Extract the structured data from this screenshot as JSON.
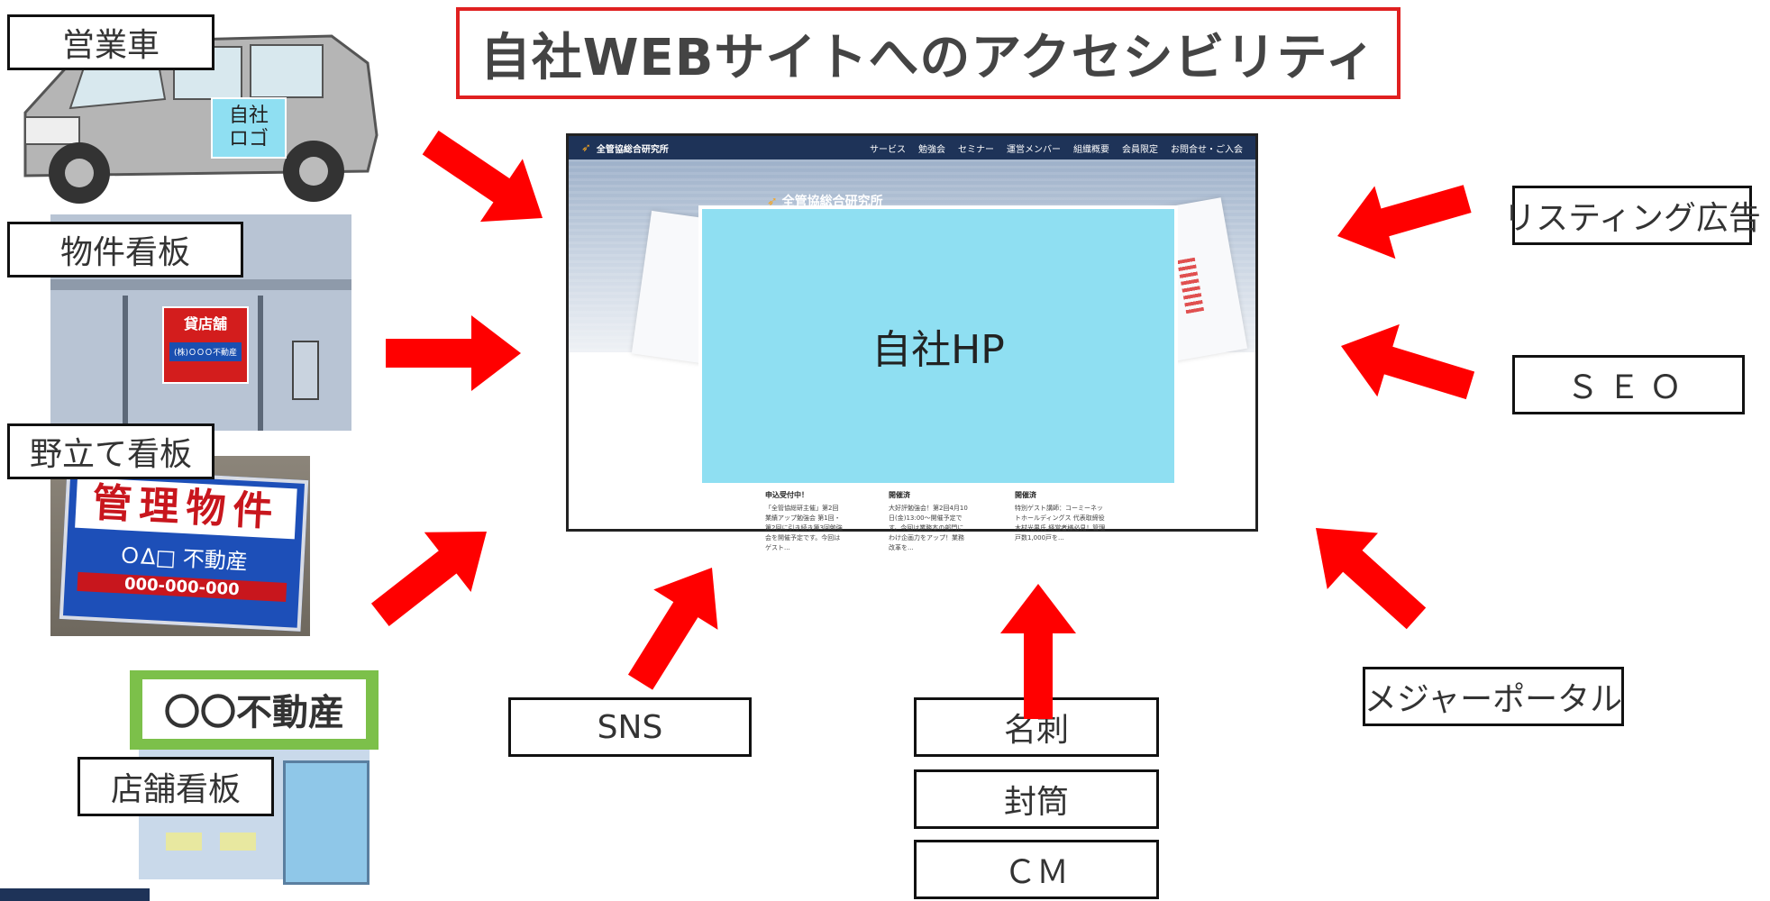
{
  "title": "自社WEBサイトへのアクセシビリティ",
  "center": {
    "label": "自社HP",
    "site": {
      "logo_text": "全管協総合研究所",
      "hero_logo_text": "全管協総合研究所",
      "menu": [
        "サービス",
        "勉強会",
        "セミナー",
        "運営メンバー",
        "組織概要",
        "会員限定",
        "お問合せ・ご入会"
      ],
      "news": [
        {
          "head": "申込受付中！",
          "body": "「全管協総研主催」第2回業績アップ勉強会 第1回・第2回に引き続き第3回勉強会を開催予定です。今回はゲスト..."
        },
        {
          "head": "開催済",
          "body": "大好評勉強会！第2回4月10日(金)13:00～開催予定です。今回は業務本の部門にわけ企画力をアップ！業務改革を..."
        },
        {
          "head": "開催済",
          "body": "特別ゲスト講師：コーミーネットホールディングス 代表取締役 木村光男氏 経営者様必見！管理戸数1,000戸を..."
        }
      ]
    }
  },
  "left": {
    "car_label": "営業車",
    "car_logo_text": "自社\nロゴ",
    "property_sign_label": "物件看板",
    "shop_sign_text": "貸店舗",
    "shop_sign_sub": "(株)ＯＯＯ不動産",
    "field_sign_label": "野立て看板",
    "field_sign_line1": "管理物件",
    "field_sign_line2": "ＯΔ□ 不動産",
    "field_sign_line3": "000-000-000",
    "store_sign_label": "店舗看板",
    "store_name": "〇〇不動産"
  },
  "bottom": {
    "sns_label": "SNS",
    "meishi_label": "名刺",
    "envelope_label": "封筒",
    "cm_label": "ＣＭ"
  },
  "right": {
    "listing_label": "リスティング広告",
    "seo_label": "ＳＥＯ",
    "portal_label": "メジャーポータル"
  },
  "colors": {
    "arrow": "#ff0000",
    "title_border": "#e02020",
    "overlay": "#8fdff2",
    "site_nav": "#1e3358",
    "corner_block": "#1e3358"
  }
}
